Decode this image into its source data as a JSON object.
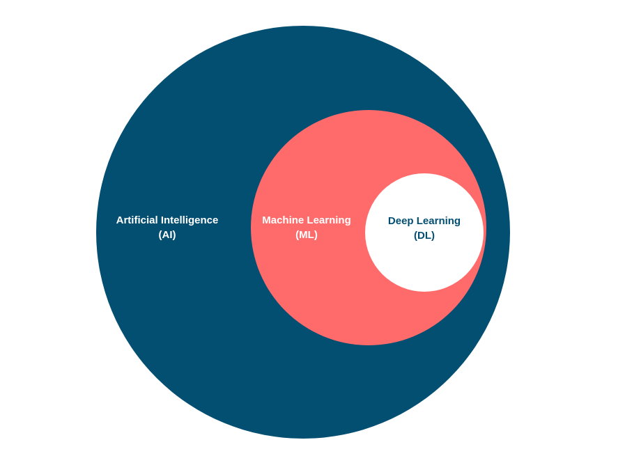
{
  "diagram": {
    "type": "nested-venn",
    "colors": {
      "ai": "#034F72",
      "ml": "#FF6B6B",
      "dl": "#FFFFFF",
      "ai_text": "#FFFFFF",
      "ml_text": "#FFFFFF",
      "dl_text": "#034F72"
    },
    "sets": [
      {
        "id": "ai",
        "name": "Artificial Intelligence",
        "abbr": "(AI)"
      },
      {
        "id": "ml",
        "name": "Machine Learning",
        "abbr": "(ML)"
      },
      {
        "id": "dl",
        "name": "Deep Learning",
        "abbr": "(DL)"
      }
    ]
  }
}
